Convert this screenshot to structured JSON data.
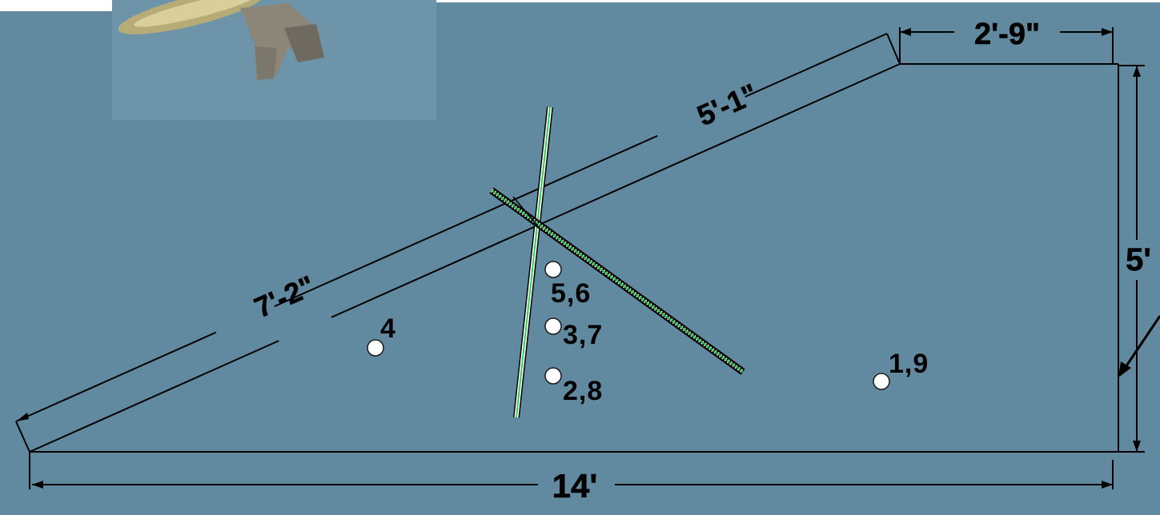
{
  "colors": {
    "background": "#618AA0",
    "line": "#000000",
    "hole": "#FFFFFF",
    "stick_stripe": "#22CC44"
  },
  "icons": {
    "aircraft": "aircraft-photo-icon"
  },
  "dimensions": {
    "top_width": "2'-9\"",
    "upper_diagonal": "5'-1\"",
    "lower_diagonal": "7'-2\"",
    "height": "5'",
    "bottom_width": "14'"
  },
  "points": [
    {
      "label": "4"
    },
    {
      "label": "5,6"
    },
    {
      "label": "3,7"
    },
    {
      "label": "2,8"
    },
    {
      "label": "1,9"
    }
  ]
}
